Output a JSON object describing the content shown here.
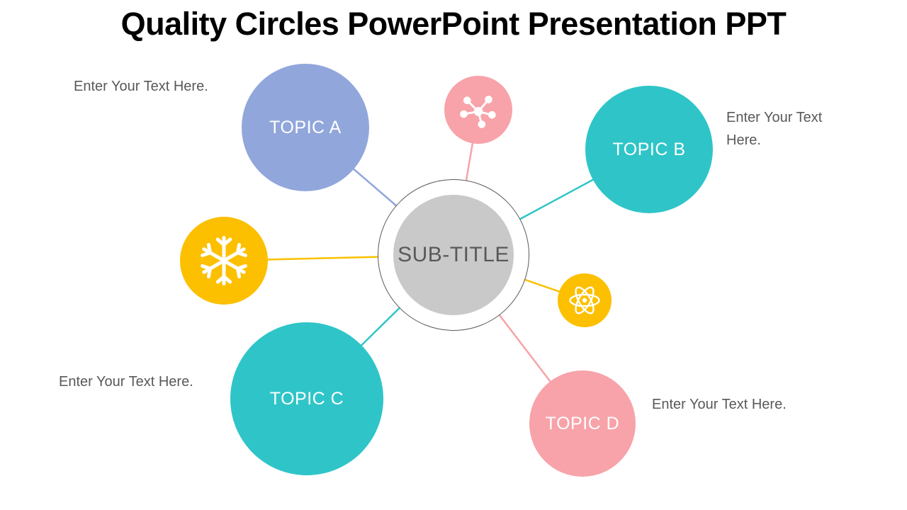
{
  "title": "Quality Circles PowerPoint Presentation PPT",
  "center": {
    "label": "SUB-TITLE"
  },
  "nodes": {
    "topic_a": {
      "label": "TOPIC A"
    },
    "topic_b": {
      "label": "TOPIC B"
    },
    "topic_c": {
      "label": "TOPIC C"
    },
    "topic_d": {
      "label": "TOPIC D"
    },
    "icon_top": {
      "icon": "molecule-network-icon"
    },
    "icon_left": {
      "icon": "snowflake-icon"
    },
    "icon_right": {
      "icon": "atom-icon"
    }
  },
  "annotations": {
    "top_left": "Enter Your Text Here.",
    "right": "Enter Your Text Here.",
    "bottom_left": "Enter Your Text Here.",
    "bottom_right": "Enter Your Text Here."
  },
  "colors": {
    "blue": "#91a6db",
    "teal": "#2fc5c8",
    "pink": "#f7a3a9",
    "yellow": "#fcc000",
    "center-fill": "#c9c9c9",
    "center-border": "#5a5a5a",
    "text-gray": "#595959",
    "title-color": "#000000"
  }
}
